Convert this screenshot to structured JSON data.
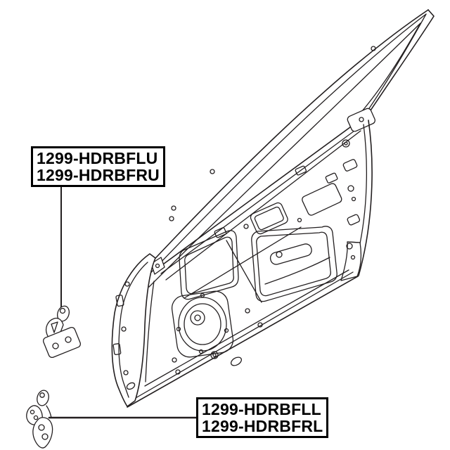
{
  "diagram": {
    "colors": {
      "line": "#231f20",
      "background": "#ffffff",
      "label_text": "#000000"
    },
    "labels": {
      "upper": {
        "line1": "1299-HDRBFLU",
        "line2": "1299-HDRBFRU"
      },
      "lower": {
        "line1": "1299-HDRBFLL",
        "line2": "1299-HDRBFRL"
      }
    },
    "parts": {
      "door": "front-door-panel-illustration",
      "upper_hinge": "front-upper-door-hinge",
      "lower_hinge": "front-lower-door-hinge"
    }
  }
}
